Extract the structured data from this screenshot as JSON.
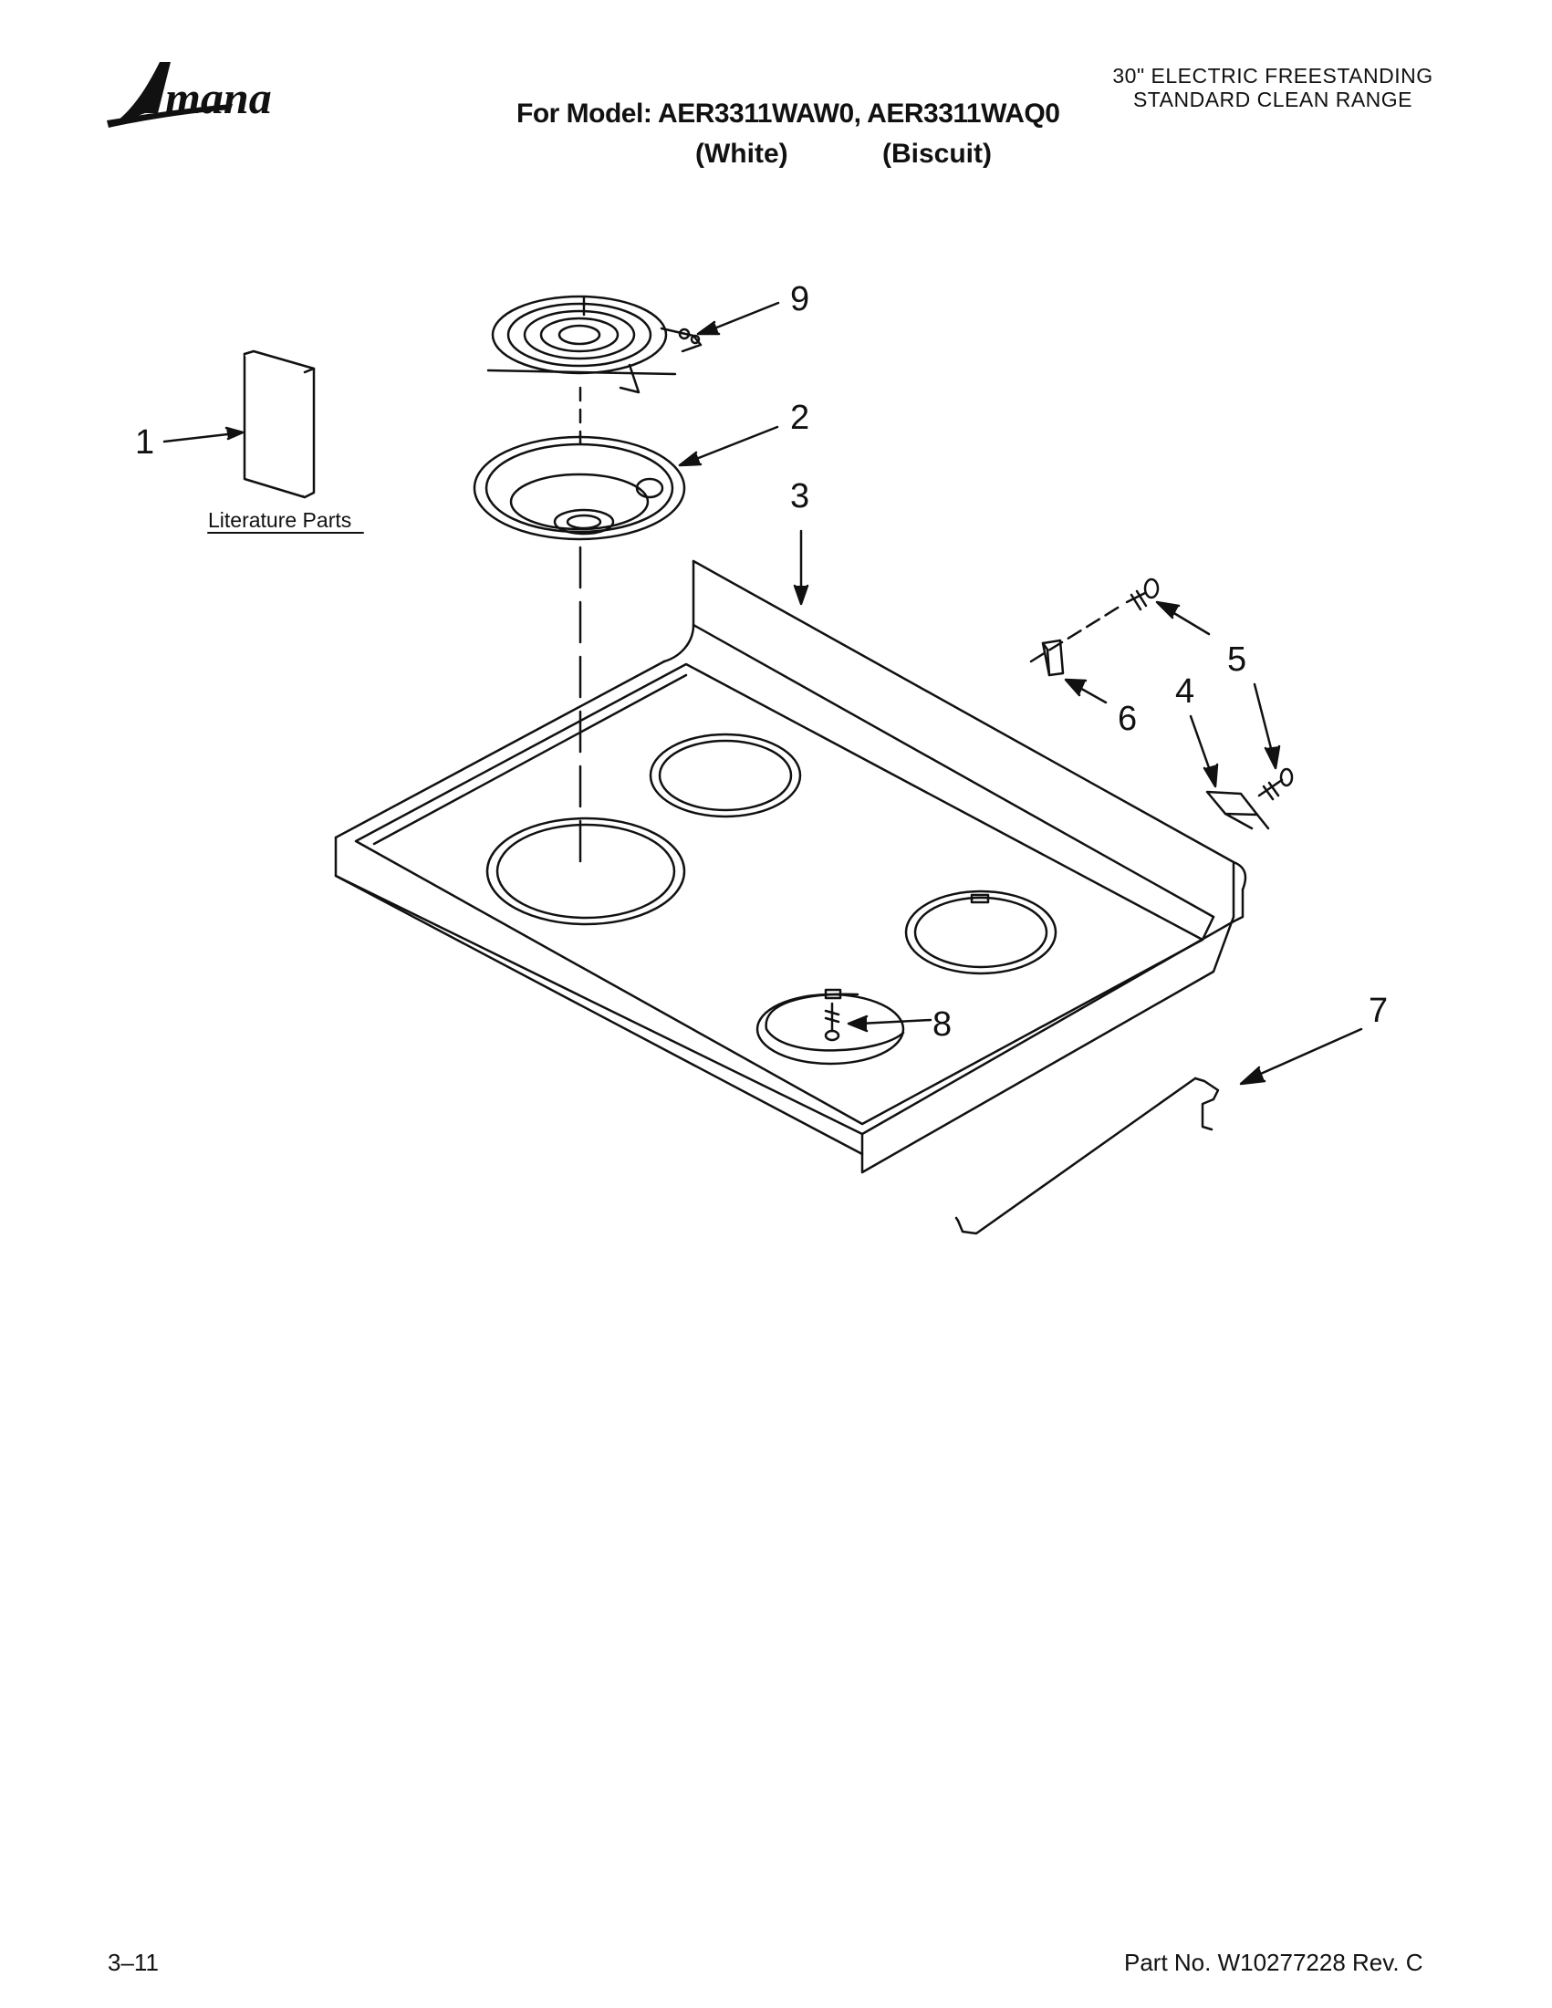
{
  "header": {
    "brand": "Amana",
    "model_line": "For Model: AER3311WAW0, AER3311WAQ0",
    "variants": [
      "(White)",
      "(Biscuit)"
    ],
    "category_line1": "30\" ELECTRIC FREESTANDING",
    "category_line2": "STANDARD CLEAN RANGE"
  },
  "diagram": {
    "literature_label": "Literature Parts",
    "callouts": [
      "1",
      "2",
      "3",
      "4",
      "5",
      "6",
      "7",
      "8",
      "9"
    ]
  },
  "footer": {
    "date_code": "3–11",
    "part_number": "Part No. W10277228 Rev. C"
  }
}
